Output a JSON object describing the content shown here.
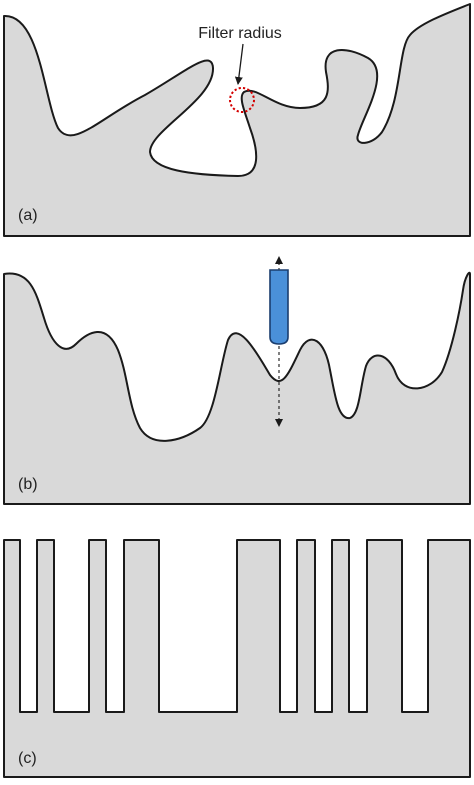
{
  "figure": {
    "panels": [
      {
        "label": "(a)",
        "annotation": "Filter radius"
      },
      {
        "label": "(b)"
      },
      {
        "label": "(c)"
      }
    ],
    "colors": {
      "surface_fill": "#d9d9d9",
      "outline": "#1a1a1a",
      "filter_circle": "#d40000",
      "probe_fill": "#4a90d9",
      "probe_outline": "#1a3d6e"
    }
  }
}
